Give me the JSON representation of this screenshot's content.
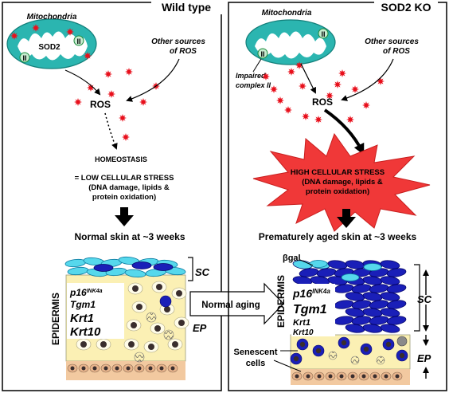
{
  "left_panel": {
    "title": "Wild type",
    "mitochondria_label": "Mitochondria",
    "sod2_label": "SOD2",
    "complex_label": "II",
    "other_sources_line1": "Other sources",
    "other_sources_line2": "of ROS",
    "ros_label": "ROS",
    "homeostasis_label": "HOMEOSTASIS",
    "stress_line1": "= LOW CELLULAR STRESS",
    "stress_line2": "(DNA damage, lipids &",
    "stress_line3": "protein oxidation)",
    "skin_caption": "Normal skin at ~3 weeks",
    "sc_label": "SC",
    "ep_label": "EP",
    "epidermis_label": "EPIDERMIS",
    "genes": {
      "p16_main": "p16",
      "p16_sup": "INK4a",
      "tgm1": "Tgm1",
      "krt1": "Krt1",
      "krt10": "Krt10"
    }
  },
  "middle": {
    "normal_aging_label": "Normal aging"
  },
  "right_panel": {
    "title": "SOD2 KO",
    "mitochondria_label": "Mitochondria",
    "complex_label": "II",
    "impaired_line1": "Impaired",
    "impaired_line2": "complex II",
    "other_sources_line1": "Other sources",
    "other_sources_line2": "of ROS",
    "ros_label": "ROS",
    "stress_line1": "HIGH CELLULAR STRESS",
    "stress_line2": "(DNA damage, lipids &",
    "stress_line3": "protein oxidation)",
    "skin_caption": "Prematurely aged skin at ~3 weeks",
    "bgal_label": "βgal",
    "sc_label": "SC",
    "ep_label": "EP",
    "epidermis_label": "EPIDERMIS",
    "senescent_line1": "Senescent",
    "senescent_line2": "cells",
    "genes": {
      "p16_main": "p16",
      "p16_sup": "INK4a",
      "tgm1": "Tgm1",
      "krt1": "Krt1",
      "krt10": "Krt10"
    }
  },
  "colors": {
    "mito_fill": "#2bb5b0",
    "mito_inner": "#ffffff",
    "ros_red": "#e8101c",
    "sc_light": "#56d8ec",
    "sc_dark": "#1a1fb8",
    "ep_yellow": "#fbf0b4",
    "dermis_tan": "#f2c9a0",
    "burst_red": "#f03838",
    "nucleus_dark": "#3a2e2e"
  }
}
